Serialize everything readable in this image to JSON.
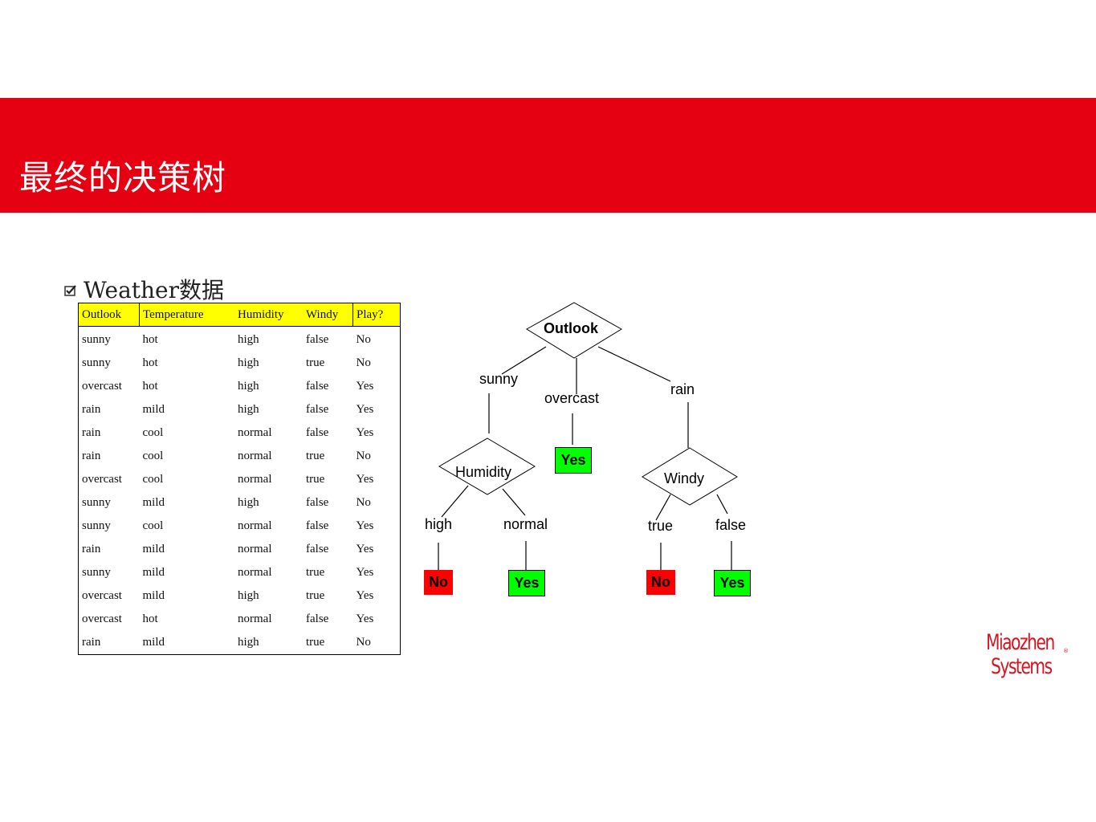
{
  "slide": {
    "title": "最终的决策树",
    "bullet": "Weather数据",
    "bullet_icon": "checkbox-checked-icon"
  },
  "table": {
    "columns": [
      "Outlook",
      "Temperature",
      "Humidity",
      "Windy",
      "Play?"
    ],
    "rows": [
      [
        "sunny",
        "hot",
        "high",
        "false",
        "No"
      ],
      [
        "sunny",
        "hot",
        "high",
        "true",
        "No"
      ],
      [
        "overcast",
        "hot",
        "high",
        "false",
        "Yes"
      ],
      [
        "rain",
        "mild",
        "high",
        "false",
        "Yes"
      ],
      [
        "rain",
        "cool",
        "normal",
        "false",
        "Yes"
      ],
      [
        "rain",
        "cool",
        "normal",
        "true",
        "No"
      ],
      [
        "overcast",
        "cool",
        "normal",
        "true",
        "Yes"
      ],
      [
        "sunny",
        "mild",
        "high",
        "false",
        "No"
      ],
      [
        "sunny",
        "cool",
        "normal",
        "false",
        "Yes"
      ],
      [
        "rain",
        "mild",
        "normal",
        "false",
        "Yes"
      ],
      [
        "sunny",
        "mild",
        "normal",
        "true",
        "Yes"
      ],
      [
        "overcast",
        "mild",
        "high",
        "true",
        "Yes"
      ],
      [
        "overcast",
        "hot",
        "normal",
        "false",
        "Yes"
      ],
      [
        "rain",
        "mild",
        "high",
        "true",
        "No"
      ]
    ],
    "header_color": "#ffff00"
  },
  "tree": {
    "root": "Outlook",
    "root_branches": [
      "sunny",
      "overcast",
      "rain"
    ],
    "humidity_node": "Humidity",
    "humidity_branches": [
      "high",
      "normal"
    ],
    "windy_node": "Windy",
    "windy_branches": [
      "true",
      "false"
    ],
    "leaves": {
      "overcast": "Yes",
      "high": "No",
      "normal": "Yes",
      "true": "No",
      "false": "Yes"
    },
    "colors": {
      "yes": "#00ff00",
      "no": "#ff0000"
    }
  },
  "logo": {
    "line1": "Miaozhen",
    "line2": "Systems",
    "mark": "®",
    "color": "#d7141f"
  },
  "colors": {
    "title_bar": "#e50012"
  }
}
